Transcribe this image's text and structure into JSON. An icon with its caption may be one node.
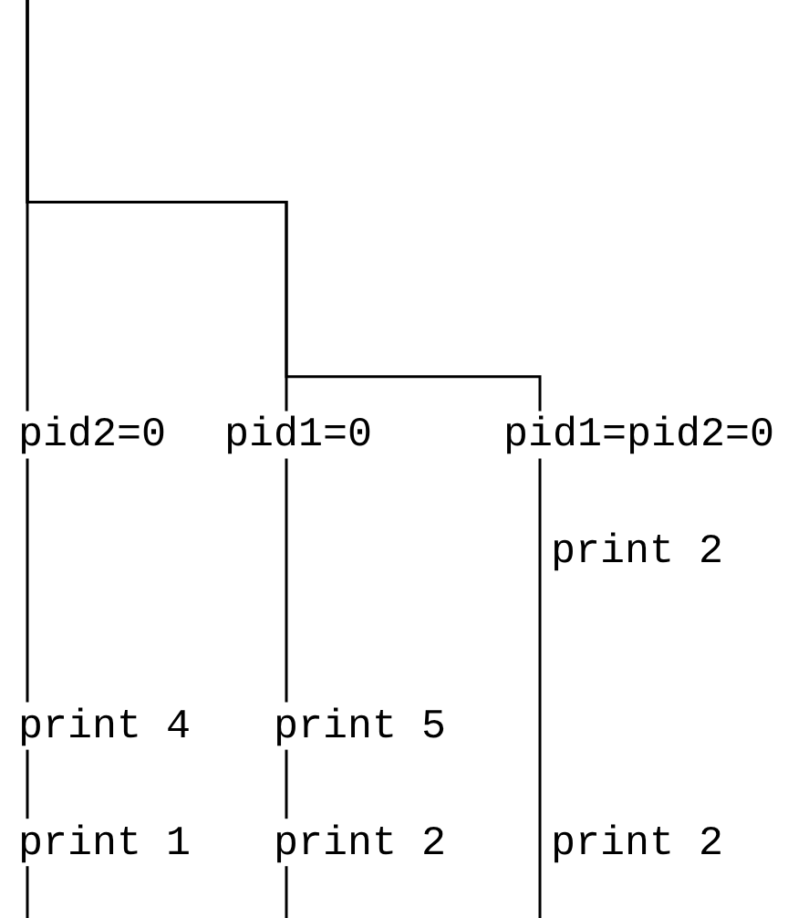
{
  "diagram": {
    "nodes": [
      {
        "text": [
          "pid2=0"
        ]
      },
      {
        "text": [
          "pid1=0"
        ]
      },
      {
        "text": [
          "pid1=pid2=0"
        ]
      },
      {
        "text": [
          "print 4"
        ]
      },
      {
        "text": [
          "print 5"
        ]
      },
      {
        "text": [
          "print 1"
        ]
      },
      {
        "text": [
          "print 2"
        ]
      }
    ],
    "edges": [
      {
        "from": null,
        "to": 0,
        "arrow": "none"
      },
      {
        "from": null,
        "to": 1,
        "arrow": "none"
      },
      {
        "from": null,
        "to": 2,
        "arrow": "none"
      },
      {
        "from": 0,
        "to": 3,
        "arrow": "none"
      },
      {
        "from": 1,
        "to": 4,
        "arrow": "none"
      },
      {
        "from": 3,
        "to": 5,
        "arrow": "none"
      },
      {
        "from": 4,
        "to": 6,
        "arrow": "none"
      },
      {
        "from": 5,
        "to": null,
        "arrow": "none"
      },
      {
        "from": 6,
        "to": null,
        "arrow": "none"
      },
      {
        "from": 2,
        "to": null,
        "arrow": "none"
      }
    ],
    "labels": [
      "print 2",
      "print 2"
    ]
  }
}
